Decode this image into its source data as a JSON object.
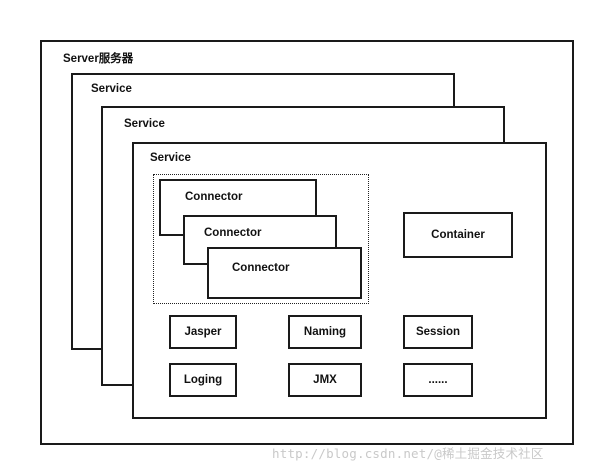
{
  "server": {
    "label": "Server服务器"
  },
  "services": [
    {
      "label": "Service"
    },
    {
      "label": "Service"
    },
    {
      "label": "Service"
    }
  ],
  "connectors": [
    {
      "label": "Connector"
    },
    {
      "label": "Connector"
    },
    {
      "label": "Connector"
    }
  ],
  "container": {
    "label": "Container"
  },
  "components": [
    {
      "label": "Jasper"
    },
    {
      "label": "Naming"
    },
    {
      "label": "Session"
    },
    {
      "label": "Loging"
    },
    {
      "label": "JMX"
    },
    {
      "label": "......"
    }
  ],
  "watermark": {
    "text": "http://blog.csdn.net/@稀土掘金技术社区"
  }
}
